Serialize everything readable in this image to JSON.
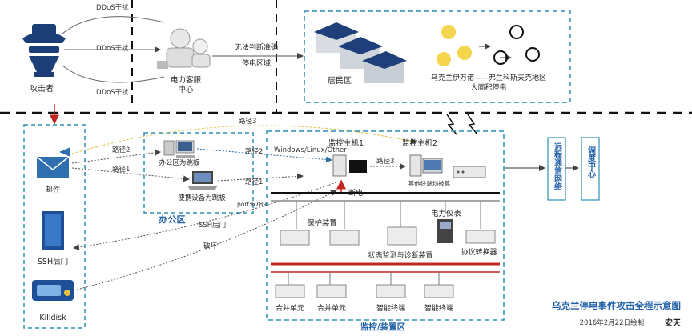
{
  "attack": {
    "ddos_labels": [
      "DDoS干扰",
      "DDoS干扰",
      "DDoS干扰"
    ],
    "attacker": "攻击者",
    "call_center_line1": "电力客服",
    "call_center_line2": "中心",
    "unable_line1": "无法判断准确",
    "unable_line2": "停电区域"
  },
  "residential": {
    "label": "居民区",
    "region_line1": "乌克兰伊万诺——弗兰科斯夫克地区",
    "region_line2": "大面积停电"
  },
  "office": {
    "zone_label": "办公区",
    "pc_label": "办公区为跳板",
    "laptop_label": "便携设备为跳板"
  },
  "paths": {
    "path1_a": "路径1",
    "path2_a": "路径2",
    "path3_top": "路径3",
    "path2_b": "路径2",
    "path1_b": "路径1",
    "path3_mid": "路径3",
    "ssh": "SSH后门",
    "destroy": "破坏",
    "port": "port:6789"
  },
  "left_tools": {
    "mail": "邮件",
    "ssh": "SSH后门",
    "killdisk": "Killdisk"
  },
  "monitor": {
    "os": "Windows/Linux/Other",
    "host1": "监控主机1",
    "host2": "监控主机2",
    "other_label": "其他终端均被篡",
    "power_off": "断电",
    "meter": "电力仪表",
    "protection": "保护装置",
    "state_monitor": "状态监测与诊断装置",
    "protocol": "协议转换器",
    "merge1": "合并单元",
    "merge2": "合并单元",
    "smart1": "智能终端",
    "smart2": "智能终端",
    "zone_label": "监控/装置区"
  },
  "remote": {
    "remote_comm": "远程通信网络",
    "dispatch": "调度中心"
  },
  "footer": {
    "title": "乌克兰停电事件攻击全程示意图",
    "date": "2016年2月22日绘制",
    "brand": "安天"
  },
  "colors": {
    "zone_border": "#2f8fb5",
    "title_blue": "#1f5fa8",
    "red_bus": "#c0281f",
    "arrow_red": "#c0281f"
  }
}
